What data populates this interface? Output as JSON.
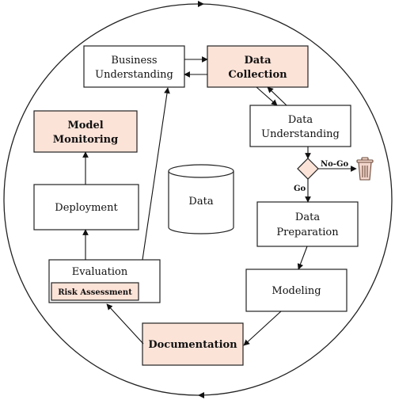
{
  "colors": {
    "accent_fill": "#fce3d8",
    "stroke": "#222222",
    "trash_fill": "#f3d6cc",
    "trash_stroke": "#6b4a3a"
  },
  "nodes": {
    "business_understanding": {
      "line1": "Business",
      "line2": "Understanding"
    },
    "data_collection": {
      "line1": "Data",
      "line2": "Collection"
    },
    "data_understanding": {
      "line1": "Data",
      "line2": "Understanding"
    },
    "data_preparation": {
      "line1": "Data",
      "line2": "Preparation"
    },
    "modeling": {
      "label": "Modeling"
    },
    "documentation": {
      "label": "Documentation"
    },
    "evaluation": {
      "label": "Evaluation"
    },
    "risk_assessment": {
      "label": "Risk Assessment"
    },
    "deployment": {
      "label": "Deployment"
    },
    "model_monitoring": {
      "line1": "Model",
      "line2": "Monitoring"
    },
    "data_store": {
      "label": "Data"
    }
  },
  "decision": {
    "go_label": "Go",
    "nogo_label": "No-Go",
    "discard_icon": "trash-icon"
  }
}
